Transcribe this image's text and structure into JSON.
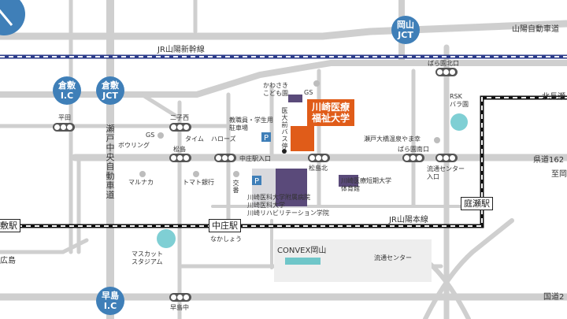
{
  "colors": {
    "road": "#cfcfcf",
    "rail": "#111111",
    "shinkansen": "#2b3b8a",
    "badge": "#3f7fb8",
    "university": "#e05c19",
    "building": "#5a4a7a",
    "park": "#7fcfd4",
    "convex": "#6fc6c9"
  },
  "badges": {
    "okayama_jct": [
      "岡山",
      "JCT"
    ],
    "kurashiki_ic": [
      "倉敷",
      "I.C"
    ],
    "kurashiki_jct": [
      "倉敷",
      "JCT"
    ],
    "hayashima_ic": [
      "早島",
      "I.C"
    ]
  },
  "rail": {
    "shinkansen": "JR山陽新幹線",
    "sanyo": "JR山陽本線"
  },
  "stations": {
    "nakasho": "中庄駅",
    "nakasho_kana": "なかしょう",
    "niwase": "庭瀬駅",
    "kurashiki_partial": "敷駅"
  },
  "university": {
    "line1": "川崎医療",
    "line2": "福祉大学"
  },
  "roads": {
    "sanyo_expwy": "山陽自動車道",
    "kitanagase": "北長瀬",
    "prefroad162": "県道162",
    "itaru": "至岡",
    "national2": "国道2",
    "chuo_expwy": "瀬戸中央自動車道",
    "hiroshima": "広島"
  },
  "intersections": {
    "heiden": "平田",
    "futako_nishi": "二子西",
    "matsushima": "松島",
    "nakasho_eki_iriguchi": "中庄駅入口",
    "matsushima_kita": "松島北",
    "baraen_kitaguchi": "ばら園北口",
    "baraen_minamiguchi": "ばら園南口",
    "ryutsu_center_iriguchi": [
      "流通センター",
      "入口"
    ],
    "hayashima_naka": "早島中"
  },
  "places": {
    "kawasaki_kodomo": [
      "かわさき",
      "こども園"
    ],
    "gs_top": "GS",
    "gs_left": "GS",
    "bowling": "ボウリング",
    "time": "タイム",
    "harose": "ハローズ",
    "parking_label": [
      "教職員・学生用",
      "駐車場"
    ],
    "bus_stop": "医大前バス停",
    "rsk": [
      "RSK",
      "バラ園"
    ],
    "setoohashi": "瀬戸大橋温泉やま幸",
    "marunaka": "マルナカ",
    "tomato": "トマト銀行",
    "koban": "交番",
    "tandai": [
      "川崎医療短期大学",
      "体育館"
    ],
    "hospital": [
      "川崎医科大学附属病院",
      "川崎医科大学",
      "川崎リハビリテーション学院"
    ],
    "muscat": [
      "マスカット",
      "スタジアム"
    ],
    "convex": "CONVEX岡山",
    "ryutsu": "流通センター",
    "parking_p": "P"
  }
}
